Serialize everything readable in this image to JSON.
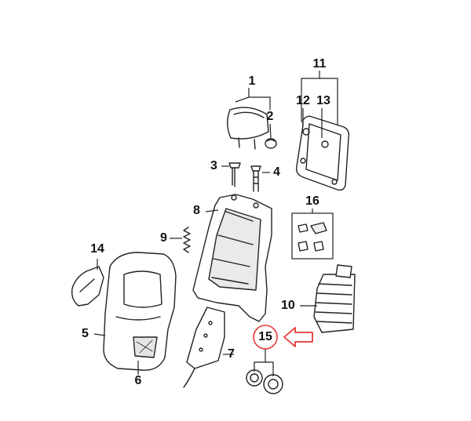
{
  "diagram": {
    "callouts": [
      {
        "id": "c1",
        "label": "1"
      },
      {
        "id": "c2",
        "label": "2"
      },
      {
        "id": "c3",
        "label": "3"
      },
      {
        "id": "c4",
        "label": "4"
      },
      {
        "id": "c5",
        "label": "5"
      },
      {
        "id": "c6",
        "label": "6"
      },
      {
        "id": "c7",
        "label": "7"
      },
      {
        "id": "c8",
        "label": "8"
      },
      {
        "id": "c9",
        "label": "9"
      },
      {
        "id": "c10",
        "label": "10"
      },
      {
        "id": "c11",
        "label": "11"
      },
      {
        "id": "c12",
        "label": "12"
      },
      {
        "id": "c13",
        "label": "13"
      },
      {
        "id": "c14",
        "label": "14"
      },
      {
        "id": "c15",
        "label": "15"
      },
      {
        "id": "c16",
        "label": "16"
      }
    ],
    "highlight": {
      "label_ref": "15",
      "color": "#e53935"
    },
    "colors": {
      "line": "#222222",
      "text": "#111111",
      "fill": "#ffffff",
      "shade": "#d9d9d9"
    }
  }
}
